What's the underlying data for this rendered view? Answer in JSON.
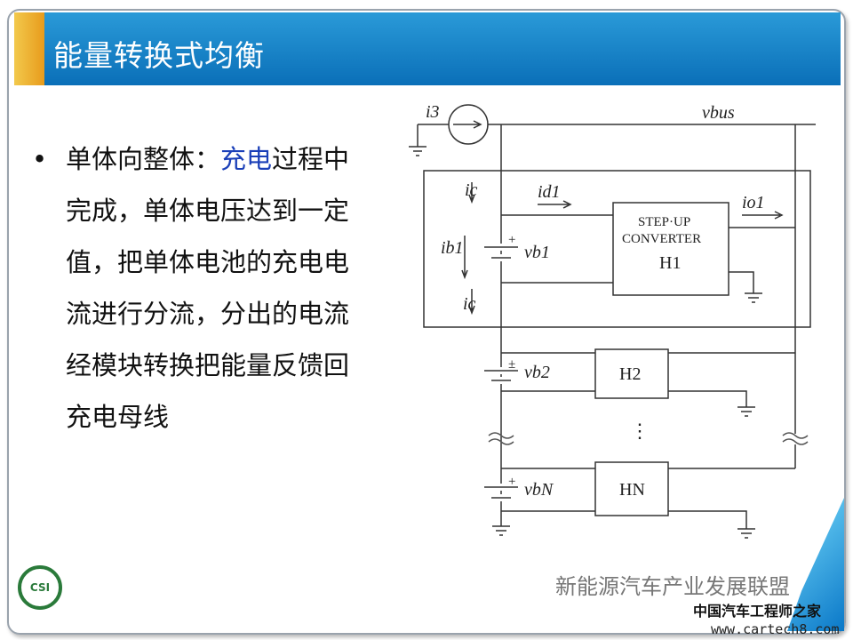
{
  "title": "能量转换式均衡",
  "bullet": {
    "pre": "单体向整体：",
    "highlight": "充电",
    "post": "过程中",
    "lines": [
      "完成，单体电压达到一定",
      "值，把单体电池的充电电",
      "流进行分流，分出的电流",
      "经模块转换把能量反馈回",
      "充电母线"
    ]
  },
  "circuit": {
    "i3": "i3",
    "vbus": "vbus",
    "ic": "ic",
    "id1": "id1",
    "io1": "io1",
    "ib1": "ib1",
    "vb1": "vb1",
    "vb2": "vb2",
    "vbN": "vbN",
    "converter_line1": "STEP·UP",
    "converter_line2": "CONVERTER",
    "h1": "H1",
    "h2": "H2",
    "hn": "HN",
    "dots": "⋮"
  },
  "logo": "CSI",
  "watermark": {
    "wechat": "新能源汽车产业发展联盟",
    "site_name": "中国汽车工程师之家",
    "url": "www.cartech8.com"
  }
}
